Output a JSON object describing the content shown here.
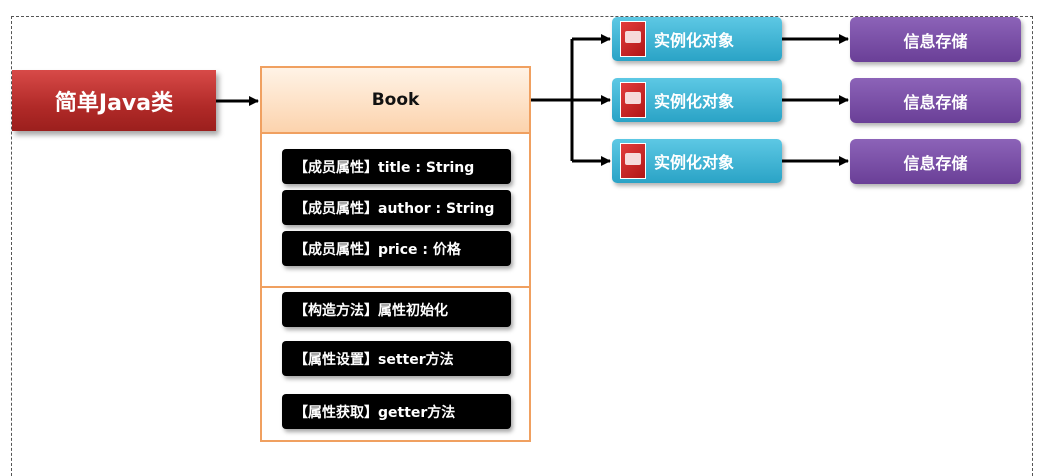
{
  "main_class": {
    "label": "简单Java类"
  },
  "book": {
    "title": "Book",
    "attributes": [
      "【成员属性】title : String",
      "【成员属性】author : String",
      "【成员属性】price : 价格"
    ],
    "methods": [
      "【构造方法】属性初始化",
      "【属性设置】setter方法",
      "【属性获取】getter方法"
    ]
  },
  "instances": [
    {
      "label": "实例化对象",
      "icon": "book-cover-icon"
    },
    {
      "label": "实例化对象",
      "icon": "book-cover-icon"
    },
    {
      "label": "实例化对象",
      "icon": "book-cover-icon"
    }
  ],
  "storage": [
    {
      "label": "信息存储"
    },
    {
      "label": "信息存储"
    },
    {
      "label": "信息存储"
    }
  ],
  "colors": {
    "main_class": "#b12a28",
    "book_border": "#f0a060",
    "instance": "#2aa3c6",
    "storage": "#6a3f97",
    "member_bg": "#000000"
  }
}
